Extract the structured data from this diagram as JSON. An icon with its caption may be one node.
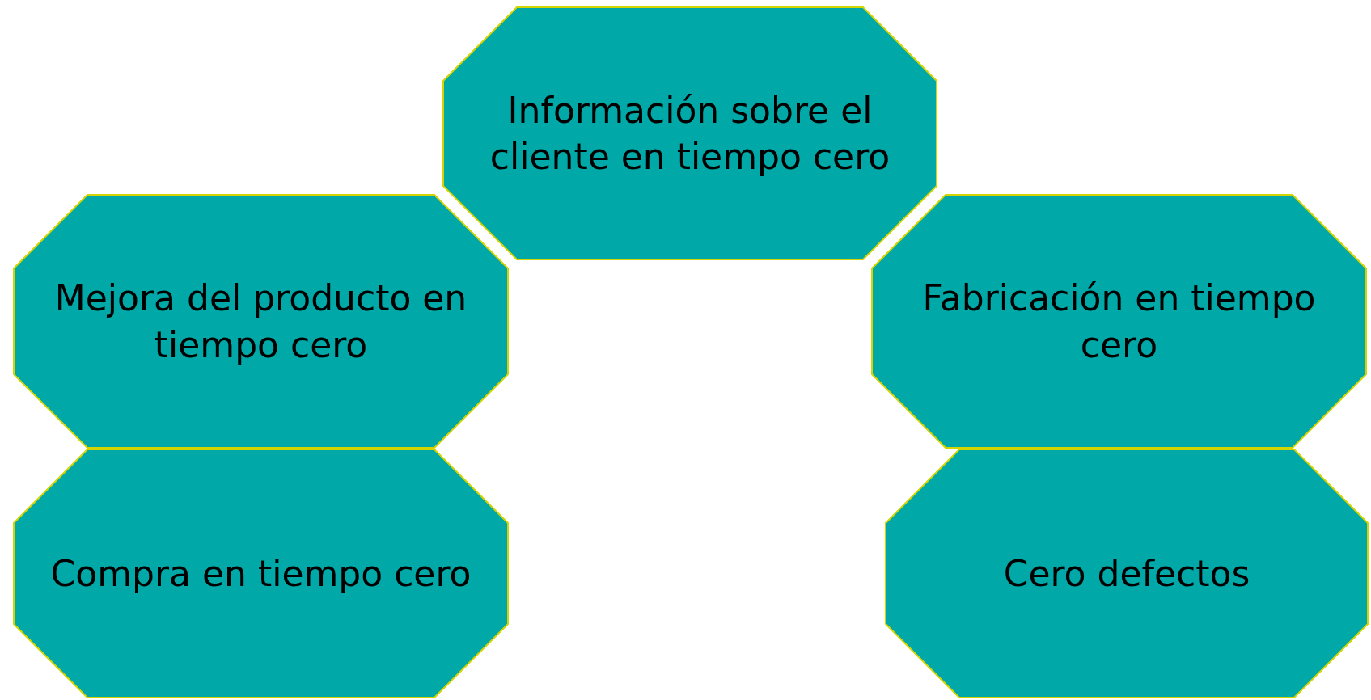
{
  "diagram": {
    "nodes": [
      {
        "text": [
          "Información sobre el cliente en tiempo cero"
        ]
      },
      {
        "text": [
          "Mejora del producto en tiempo cero"
        ]
      },
      {
        "text": [
          "Fabricación en tiempo cero"
        ]
      },
      {
        "text": [
          "Compra en tiempo cero"
        ]
      },
      {
        "text": [
          "Cero defectos"
        ]
      }
    ]
  }
}
